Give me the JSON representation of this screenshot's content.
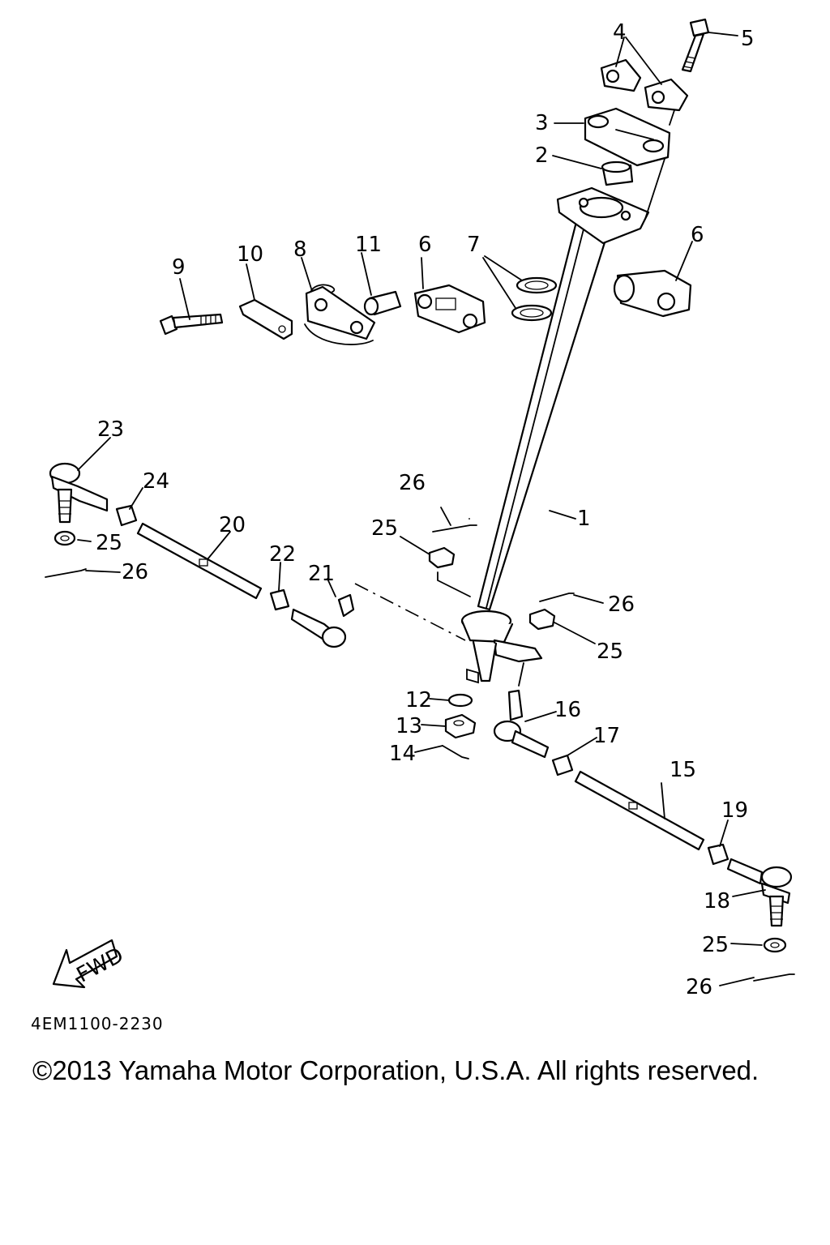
{
  "diagram": {
    "callouts": [
      {
        "id": "c1",
        "text": "1"
      },
      {
        "id": "c2",
        "text": "2"
      },
      {
        "id": "c3",
        "text": "3"
      },
      {
        "id": "c4",
        "text": "4"
      },
      {
        "id": "c5",
        "text": "5"
      },
      {
        "id": "c6a",
        "text": "6"
      },
      {
        "id": "c6b",
        "text": "6"
      },
      {
        "id": "c7",
        "text": "7"
      },
      {
        "id": "c8",
        "text": "8"
      },
      {
        "id": "c9",
        "text": "9"
      },
      {
        "id": "c10",
        "text": "10"
      },
      {
        "id": "c11",
        "text": "11"
      },
      {
        "id": "c12",
        "text": "12"
      },
      {
        "id": "c13",
        "text": "13"
      },
      {
        "id": "c14",
        "text": "14"
      },
      {
        "id": "c15",
        "text": "15"
      },
      {
        "id": "c16",
        "text": "16"
      },
      {
        "id": "c17",
        "text": "17"
      },
      {
        "id": "c18",
        "text": "18"
      },
      {
        "id": "c19",
        "text": "19"
      },
      {
        "id": "c20",
        "text": "20"
      },
      {
        "id": "c21",
        "text": "21"
      },
      {
        "id": "c22",
        "text": "22"
      },
      {
        "id": "c23",
        "text": "23"
      },
      {
        "id": "c24",
        "text": "24"
      },
      {
        "id": "c25a",
        "text": "25"
      },
      {
        "id": "c25b",
        "text": "25"
      },
      {
        "id": "c25c",
        "text": "25"
      },
      {
        "id": "c25d",
        "text": "25"
      },
      {
        "id": "c26a",
        "text": "26"
      },
      {
        "id": "c26b",
        "text": "26"
      },
      {
        "id": "c26c",
        "text": "26"
      },
      {
        "id": "c26d",
        "text": "26"
      }
    ],
    "fwd_label": "FWD",
    "diagram_code": "4EM1100-2230",
    "copyright": "©2013 Yamaha Motor Corporation, U.S.A. All rights reserved."
  }
}
